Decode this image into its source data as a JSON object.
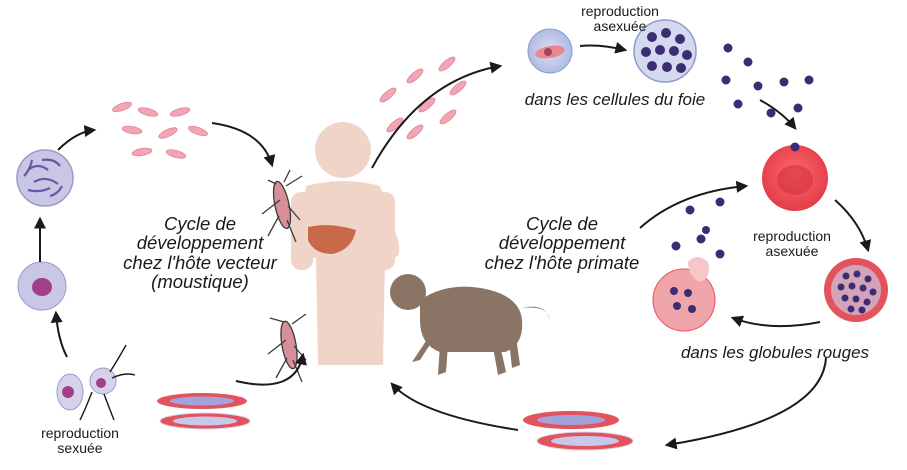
{
  "labels": {
    "repro_asex_liver_1": "reproduction",
    "repro_asex_liver_2": "asexuée",
    "liver_cells": "dans les cellules du foie",
    "vector_cycle_1": "Cycle de",
    "vector_cycle_2": "développement",
    "vector_cycle_3": "chez l'hôte vecteur",
    "vector_cycle_4": "(moustique)",
    "primate_cycle_1": "Cycle de",
    "primate_cycle_2": "développement",
    "primate_cycle_3": "chez l'hôte primate",
    "repro_asex_rbc_1": "reproduction",
    "repro_asex_rbc_2": "asexuée",
    "red_blood_cells": "dans les globules rouges",
    "repro_sex_1": "reproduction",
    "repro_sex_2": "sexuée"
  },
  "colors": {
    "human": "#f0d4c8",
    "liver": "#c8694a",
    "monkey": "#8a7466",
    "sporozoite": "#f2a6b4",
    "merozoite": "#3a2d74",
    "rbc": "#e8454f",
    "vector_cell": "#c9c7e6",
    "arrow": "#1a1a1a"
  }
}
